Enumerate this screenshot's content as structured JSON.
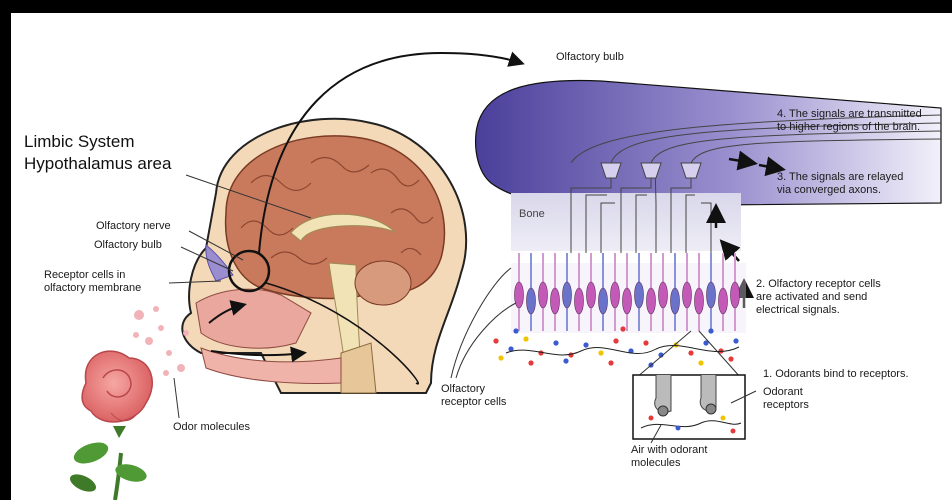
{
  "labels": {
    "limbic": "Limbic System\nHypothalamus area",
    "olfactory_nerve": "Olfactory nerve",
    "olfactory_bulb_left": "Olfactory bulb",
    "receptor_cells": "Receptor cells in\nolfactory membrane",
    "odor_molecules": "Odor molecules",
    "olfactory_bulb_top": "Olfactory bulb",
    "bone": "Bone",
    "olfactory_receptor_cells": "Olfactory\nreceptor cells",
    "odorant_receptors": "Odorant\nreceptors",
    "air_with_odorant": "Air with odorant\nmolecules"
  },
  "steps": [
    "1. Odorants bind to receptors.",
    "2. Olfactory receptor cells\n    are activated and send\n    electrical signals.",
    "3. The signals are relayed\n    via converged axons.",
    "4. The signals are transmitted\n    to higher regions of the brain."
  ],
  "colors": {
    "brain": "#c97a5c",
    "bulb": "#5b4fa8",
    "receptor_pink": "#c45ab8",
    "receptor_blue": "#6a73c9",
    "rose": "#e8706f"
  }
}
